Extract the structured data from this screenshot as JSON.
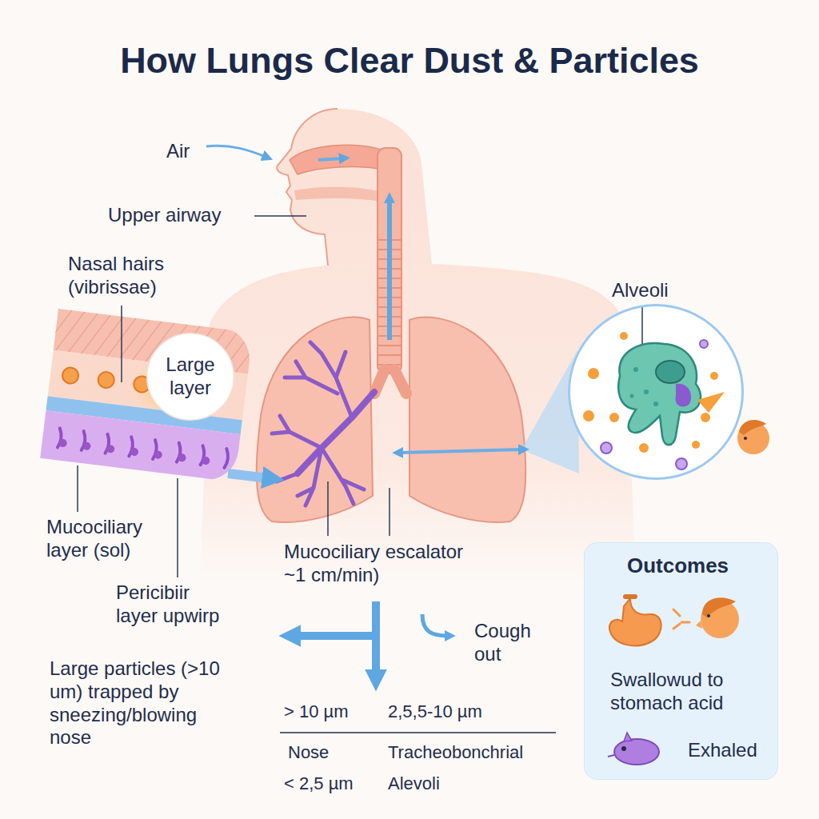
{
  "diagram": {
    "title": "How Lungs Clear Dust & Particles",
    "nodes": [
      {
        "text": [
          "Large layer"
        ]
      },
      {
        "text": [
          "Alveoli"
        ]
      },
      {
        "text": [
          "Outcomes",
          "Swallowud to stomach acid",
          "Exhaled"
        ]
      }
    ],
    "labels": [
      "Air",
      "Upper airway",
      "Nasal hairs (vibrissae)",
      "Mucociliary layer (sol)",
      "Pericibiir layer upwirp",
      "Mucociliary escalator ~1 cm/min)",
      "Cough out",
      "Large particles (>10 um) trapped by sneezing/blowing nose",
      "> 10 µm",
      "2,5,5-10 µm",
      "Nose",
      "Tracheobonchrial",
      "< 2,5 µm",
      "Alevoli"
    ]
  }
}
